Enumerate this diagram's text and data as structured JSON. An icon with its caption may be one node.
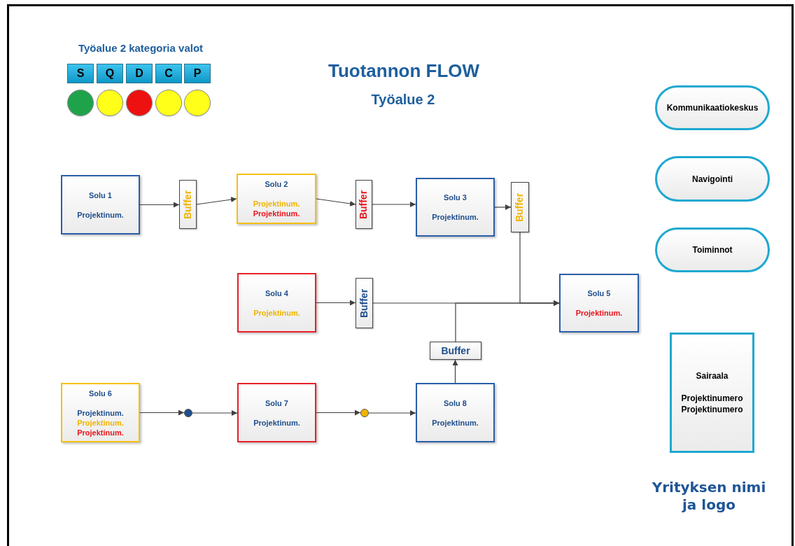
{
  "diagram": {
    "title": "Tuotannon FLOW",
    "nodes": [
      {
        "text": [
          "Solu 1",
          "Projektinum."
        ]
      },
      {
        "text": [
          "Buffer"
        ]
      },
      {
        "text": [
          "Solu 2",
          "Projektinum.",
          "Projektinum."
        ]
      },
      {
        "text": [
          "Buffer"
        ]
      },
      {
        "text": [
          "Solu 3",
          "Projektinum."
        ]
      },
      {
        "text": [
          "Buffer"
        ]
      },
      {
        "text": [
          "Solu 4",
          "Projektinum."
        ]
      },
      {
        "text": [
          "Buffer"
        ]
      },
      {
        "text": [
          "Solu 5",
          "Projektinum."
        ]
      },
      {
        "text": [
          "Buffer"
        ]
      },
      {
        "text": [
          "Solu 6",
          "Projektinum.",
          "Projektinum.",
          "Projektinum."
        ]
      },
      {
        "text": [],
        "shape": "circle"
      },
      {
        "text": [
          "Solu 7",
          "Projektinum."
        ]
      },
      {
        "text": [],
        "shape": "circle"
      },
      {
        "text": [
          "Solu 8",
          "Projektinum."
        ]
      },
      {
        "text": [
          "Kommunikaatiokeskus"
        ]
      },
      {
        "text": [
          "Navigointi"
        ]
      },
      {
        "text": [
          "Toiminnot"
        ]
      },
      {
        "text": [
          "Sairaala",
          "Projektinumero",
          "Projektinumero"
        ]
      },
      {
        "text": [
          "S"
        ]
      },
      {
        "text": [
          "Q"
        ]
      },
      {
        "text": [
          "D"
        ]
      },
      {
        "text": [
          "C"
        ]
      },
      {
        "text": [
          "P"
        ]
      },
      {
        "text": [],
        "shape": "circle"
      },
      {
        "text": [],
        "shape": "circle"
      },
      {
        "text": [],
        "shape": "circle"
      },
      {
        "text": [],
        "shape": "circle"
      },
      {
        "text": [],
        "shape": "circle"
      }
    ],
    "edges": [
      {
        "from": 0,
        "to": 1,
        "arrow": "to"
      },
      {
        "from": 1,
        "to": 2,
        "arrow": "to"
      },
      {
        "from": 2,
        "to": 3,
        "arrow": "to"
      },
      {
        "from": 3,
        "to": 4,
        "arrow": "to"
      },
      {
        "from": 4,
        "to": 5,
        "arrow": "to"
      },
      {
        "from": 6,
        "to": 7,
        "arrow": "to"
      },
      {
        "from": 7,
        "to": 8,
        "arrow": "to"
      },
      {
        "from": 5,
        "to": 8,
        "arrow": "to"
      },
      {
        "from": 9,
        "to": 8,
        "arrow": "to"
      },
      {
        "from": 14,
        "to": 9,
        "arrow": "to"
      },
      {
        "from": 10,
        "to": 11,
        "arrow": "to"
      },
      {
        "from": 11,
        "to": 12,
        "arrow": "to"
      },
      {
        "from": 12,
        "to": 13,
        "arrow": "to"
      },
      {
        "from": 13,
        "to": 14,
        "arrow": "to"
      }
    ],
    "labels": [
      "Työalue 2",
      "Työalue 2 kategoria valot",
      "Yrityksen nimi ja logo"
    ]
  }
}
